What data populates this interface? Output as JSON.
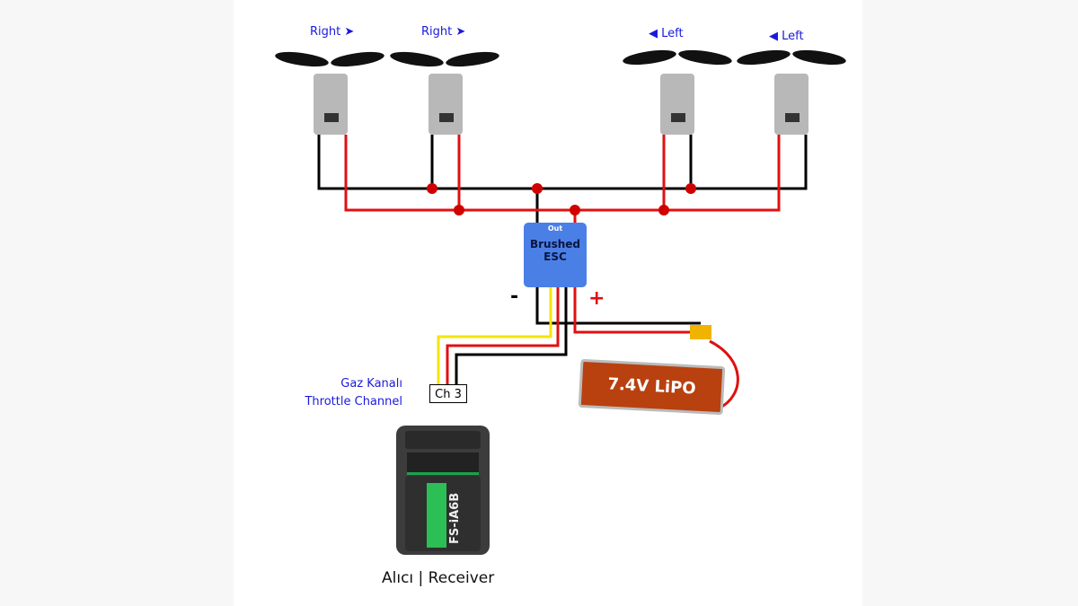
{
  "motors": [
    {
      "direction": "Right",
      "arrow": "➤"
    },
    {
      "direction": "Right",
      "arrow": "➤"
    },
    {
      "direction": "Left",
      "arrow": "◀"
    },
    {
      "direction": "Left",
      "arrow": "◀"
    }
  ],
  "esc": {
    "out_label": "Out",
    "title": "Brushed ESC",
    "minus": "-",
    "plus": "+"
  },
  "channel": {
    "label_tr": "Gaz Kanalı",
    "label_en": "Throttle Channel",
    "connector": "Ch 3"
  },
  "battery": {
    "label": "7.4V LiPO"
  },
  "receiver": {
    "model": "FS-iA6B",
    "caption": "Alıcı | Receiver"
  },
  "colors": {
    "label": "#1a1adc",
    "wire_red": "#e01010",
    "wire_black": "#000000",
    "wire_yellow": "#f5e600",
    "esc": "#4a7fe6",
    "battery": "#b8410f"
  }
}
